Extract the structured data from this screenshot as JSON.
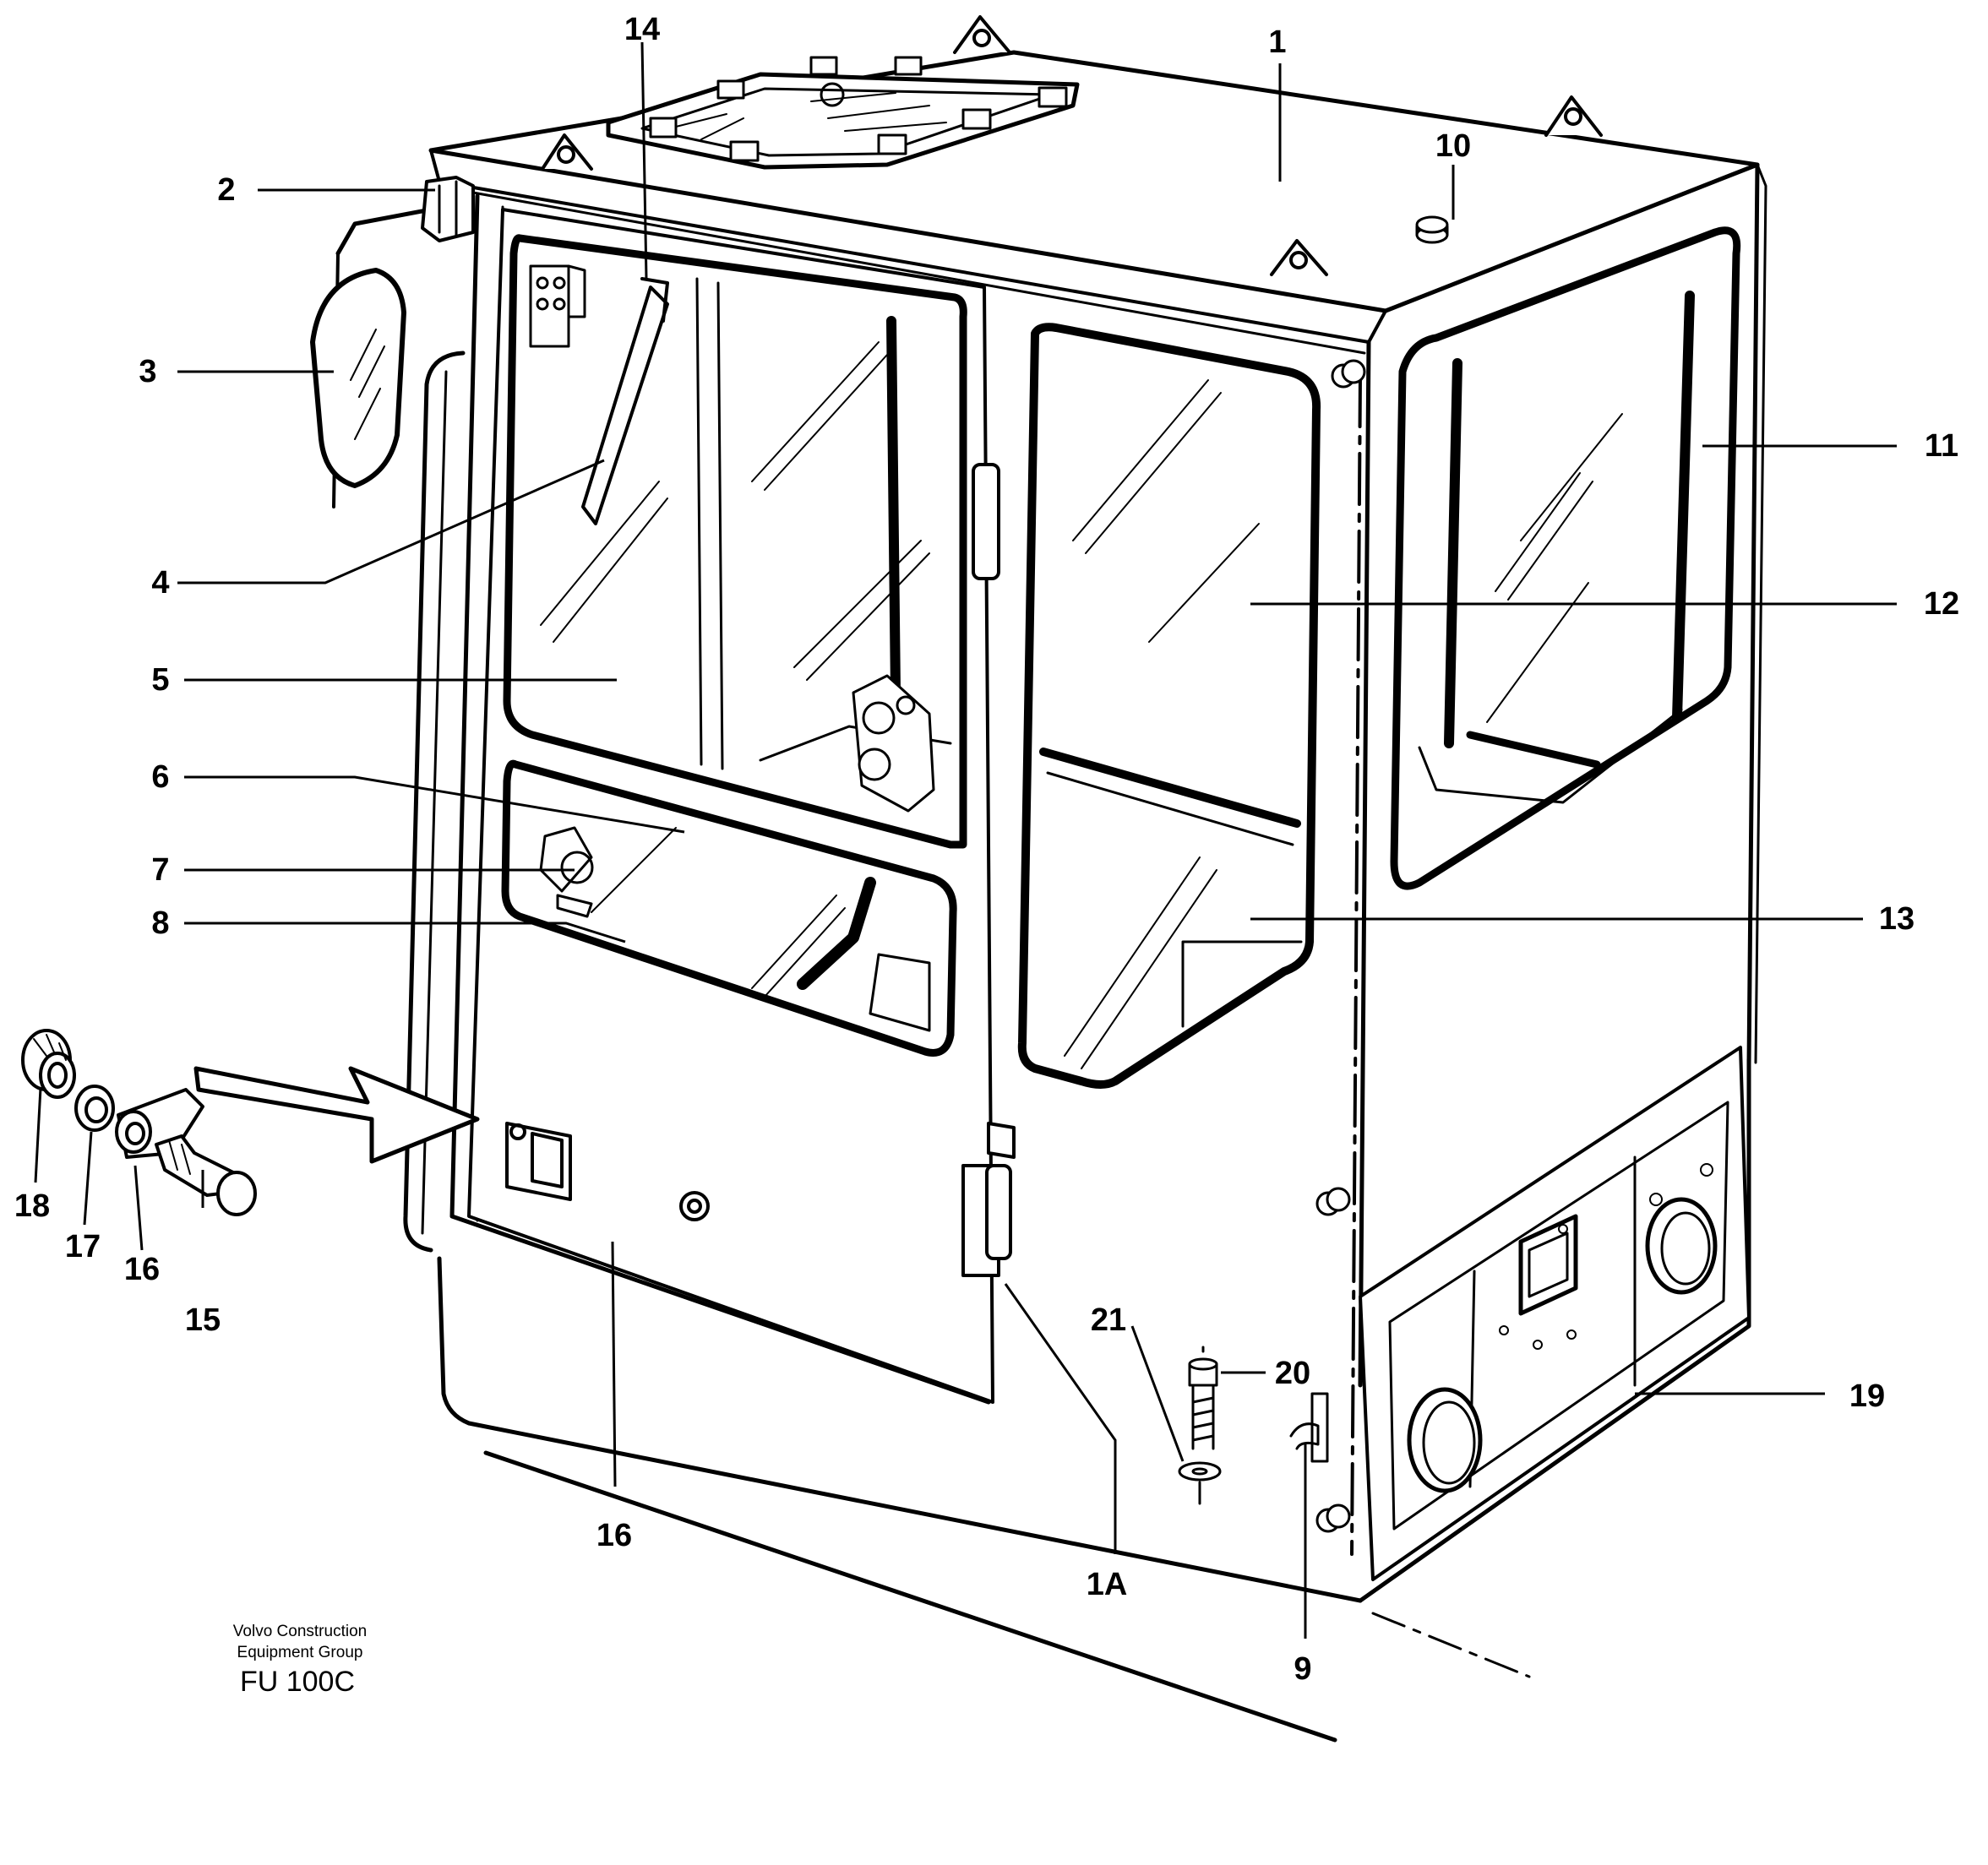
{
  "callouts": [
    {
      "id": "1",
      "label": "1"
    },
    {
      "id": "1A",
      "label": "1A"
    },
    {
      "id": "2",
      "label": "2"
    },
    {
      "id": "3",
      "label": "3"
    },
    {
      "id": "4",
      "label": "4"
    },
    {
      "id": "5",
      "label": "5"
    },
    {
      "id": "6",
      "label": "6"
    },
    {
      "id": "7",
      "label": "7"
    },
    {
      "id": "8",
      "label": "8"
    },
    {
      "id": "9",
      "label": "9"
    },
    {
      "id": "10",
      "label": "10"
    },
    {
      "id": "11",
      "label": "11"
    },
    {
      "id": "12",
      "label": "12"
    },
    {
      "id": "13",
      "label": "13"
    },
    {
      "id": "14",
      "label": "14"
    },
    {
      "id": "15",
      "label": "15"
    },
    {
      "id": "16a",
      "label": "16"
    },
    {
      "id": "16b",
      "label": "16"
    },
    {
      "id": "17",
      "label": "17"
    },
    {
      "id": "18",
      "label": "18"
    },
    {
      "id": "19",
      "label": "19"
    },
    {
      "id": "20",
      "label": "20"
    },
    {
      "id": "21",
      "label": "21"
    }
  ],
  "caption": {
    "line1": "Volvo Construction",
    "line2": "Equipment Group",
    "code": "FU 100C"
  },
  "colors": {
    "ink": "#000000",
    "paper": "#ffffff"
  }
}
